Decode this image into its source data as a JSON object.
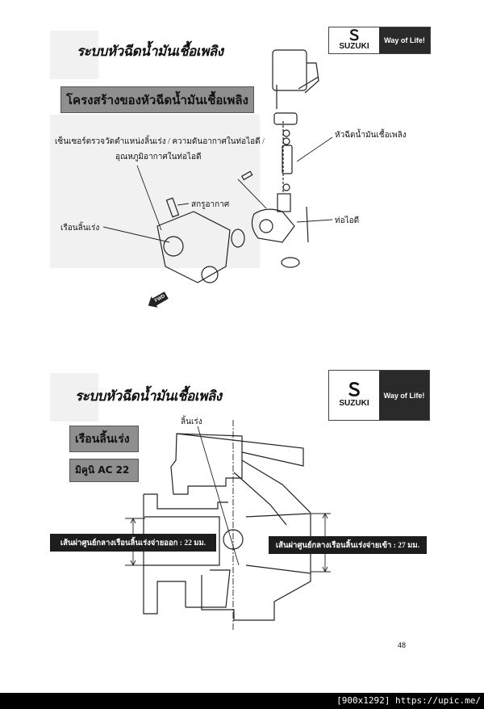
{
  "slide1": {
    "title": "ระบบหัวฉีดน้ำมันเชื้อเพลิง",
    "subtitle": "โครงสร้างของหัวฉีดน้ำมันเชื้อเพลิง",
    "logo": {
      "brand": "SUZUKI",
      "slogan": "Way of Life!"
    },
    "labels": {
      "sensor_line1": "เซ็นเซอร์ตรวจวัดตำแหน่งลิ้นเร่ง / ความดันอากาศในท่อไอดี /",
      "sensor_line2": "อุณหภูมิอากาศในท่อไอดี",
      "air_screw": "สกรูอากาศ",
      "throttle_body": "เรือนลิ้นเร่ง",
      "injector": "หัวฉีดน้ำมันเชื้อเพลิง",
      "intake_pipe": "ท่อไอดี",
      "fwd": "FWD"
    }
  },
  "slide2": {
    "title": "ระบบหัวฉีดน้ำมันเชื้อเพลิง",
    "logo": {
      "brand": "SUZUKI",
      "slogan": "Way of Life!"
    },
    "section": "เรือนลิ้นเร่ง",
    "model": "มิคูนิ  AC 22",
    "throttle_valve": "ลิ้นเร่ง",
    "outlet_diameter": "เส้นผ่าศูนย์กลางเรือนลิ้นเร่งจ่ายออก : 22 มม.",
    "inlet_diameter": "เส้นผ่าศูนย์กลางเรือนลิ้นเร่งจ่ายเข้า : 27 มม."
  },
  "page_number": "48",
  "footer": "[900x1292] https://upic.me/"
}
